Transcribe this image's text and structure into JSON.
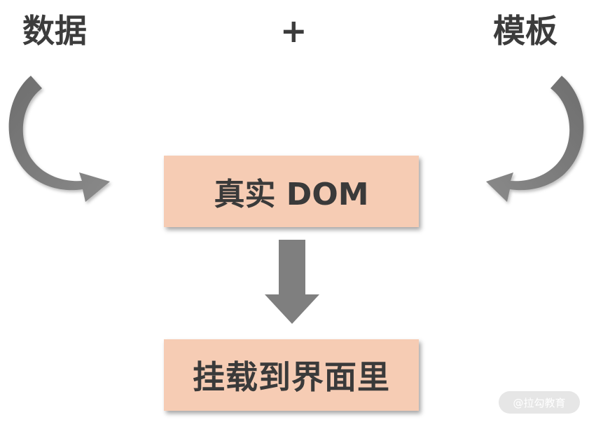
{
  "diagram": {
    "left_label": "数据",
    "operator": "+",
    "right_label": "模板",
    "middle_box": "真实 DOM",
    "bottom_box": "挂载到界面里"
  },
  "watermark": "@拉勾教育",
  "colors": {
    "box_fill": "#f6ccb4",
    "arrow_fill": "#7f7f7f",
    "text": "#3c3c3c"
  }
}
